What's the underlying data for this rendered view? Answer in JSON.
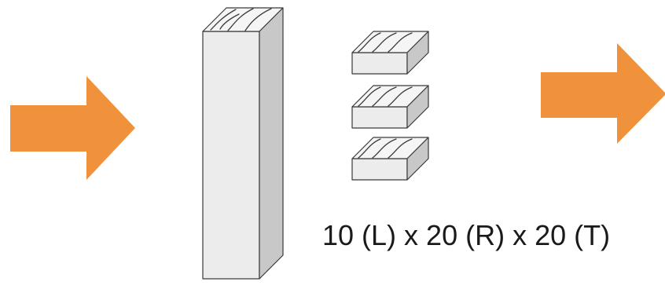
{
  "caption": {
    "dimensions_text": "10 (L) x 20 (R) x 20 (T)"
  },
  "colors": {
    "arrow_fill": "#F0913C",
    "block_front": "#ECECEC",
    "block_top": "#F5F5F5",
    "block_side": "#C8C8C8",
    "block_outline": "#3A3A3A"
  },
  "elements": {
    "left_arrow": "arrow-right-icon",
    "right_arrow": "arrow-right-icon",
    "tall_block": "wood-block-tall",
    "small_blocks": [
      "wood-slice",
      "wood-slice",
      "wood-slice"
    ]
  }
}
